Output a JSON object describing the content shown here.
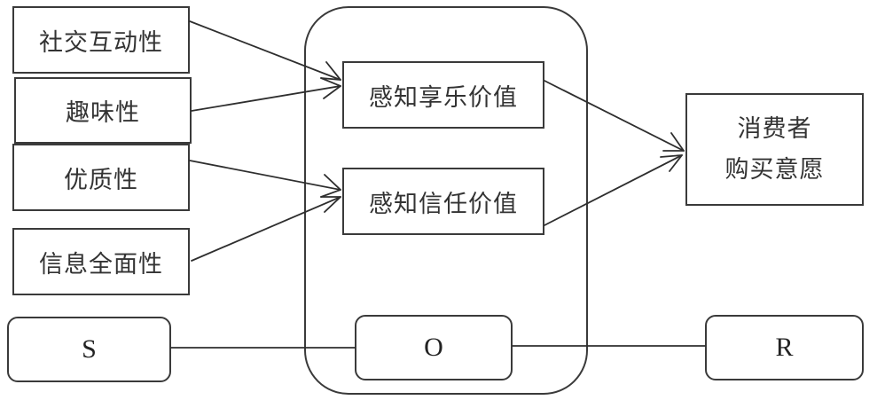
{
  "diagram": {
    "title": "",
    "stimulus_factors": [
      {
        "id": "social-interaction",
        "label": "社交互动性"
      },
      {
        "id": "fun",
        "label": "趣味性"
      },
      {
        "id": "quality",
        "label": "优质性"
      },
      {
        "id": "information-completeness",
        "label": "信息全面性"
      }
    ],
    "organism_factors": [
      {
        "id": "perceived-hedonic-value",
        "label": "感知享乐价值"
      },
      {
        "id": "perceived-trust-value",
        "label": "感知信任价值"
      }
    ],
    "response": {
      "id": "purchase-intention",
      "label_line1": "消费者",
      "label_line2": "购买意愿"
    },
    "sor": {
      "s_label": "S",
      "o_label": "O",
      "r_label": "R"
    },
    "edges": [
      {
        "from": "社交互动性",
        "to": "感知享乐价值",
        "arrow": true
      },
      {
        "from": "趣味性",
        "to": "感知享乐价值",
        "arrow": true
      },
      {
        "from": "优质性",
        "to": "感知信任价值",
        "arrow": true
      },
      {
        "from": "信息全面性",
        "to": "感知信任价值",
        "arrow": true
      },
      {
        "from": "感知享乐价值",
        "to": "消费者购买意愿",
        "arrow": true
      },
      {
        "from": "感知信任价值",
        "to": "消费者购买意愿",
        "arrow": true
      },
      {
        "from": "S",
        "to": "O",
        "arrow": false
      },
      {
        "from": "O",
        "to": "R",
        "arrow": false
      }
    ]
  }
}
